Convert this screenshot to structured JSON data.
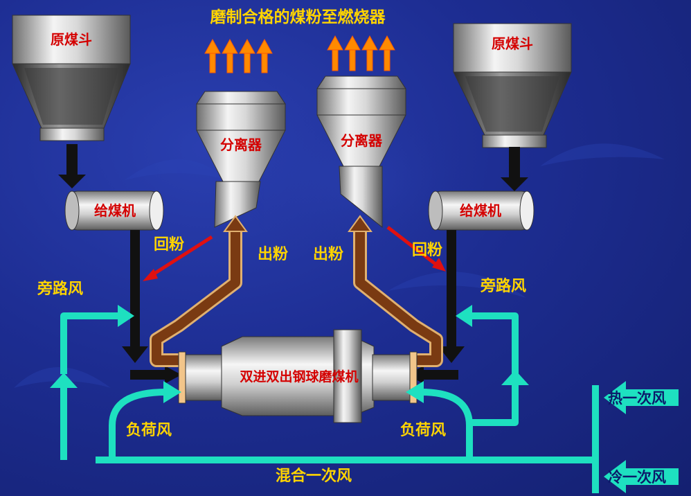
{
  "title": "磨制合格的煤粉至燃烧器",
  "labels": {
    "bunker_left": "原煤斗",
    "bunker_right": "原煤斗",
    "separator_left": "分离器",
    "separator_right": "分离器",
    "feeder_left": "给煤机",
    "feeder_right": "给煤机",
    "mill": "双进双出钢球磨煤机",
    "return_left": "回粉",
    "return_right": "回粉",
    "out_left": "出粉",
    "out_right": "出粉",
    "bypass_left": "旁路风",
    "bypass_right": "旁路风",
    "load_left": "负荷风",
    "load_right": "负荷风",
    "mixed_air": "混合一次风",
    "hot_air": "热一次风",
    "cold_air": "冷一次风"
  },
  "colors": {
    "title": "#ffd400",
    "label": "#ffd400",
    "component_text": "#d40000",
    "teal": "#1ee0c0",
    "brown": "#7a3a12",
    "red_arrow": "#e01010",
    "orange_arrow": "#ff8a00",
    "black_arrow": "#111111"
  }
}
